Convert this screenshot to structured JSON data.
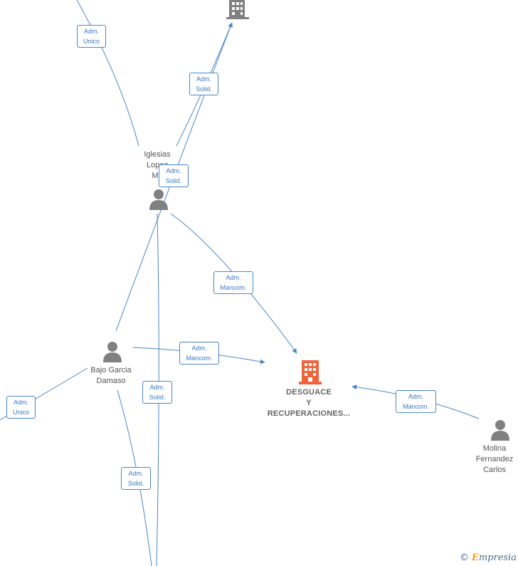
{
  "colors": {
    "edge": "#4a86c8",
    "person_icon": "#808080",
    "building_main": "#f0643c",
    "building_other": "#808080"
  },
  "nodes": {
    "main_company": {
      "lines": [
        "DESGUACE",
        "Y",
        "RECUPERACIONES..."
      ],
      "icon": "building-icon"
    },
    "top_company": {
      "icon": "building-icon"
    },
    "iglesias": {
      "lines": [
        "Iglesias",
        "Lopez",
        "Ma"
      ],
      "icon": "person-icon"
    },
    "bajo": {
      "lines": [
        "Bajo Garcia",
        "Damaso"
      ],
      "icon": "person-icon"
    },
    "molina": {
      "lines": [
        "Molina",
        "Fernandez",
        "Carlos"
      ],
      "icon": "person-icon"
    }
  },
  "edge_labels": {
    "adm_unico_top": [
      "Adm.",
      "Unico"
    ],
    "adm_solid_top": [
      "Adm.",
      "Solid."
    ],
    "adm_solid_iglesias": [
      "Adm.",
      "Solid."
    ],
    "adm_mancom_iglesias": [
      "Adm.",
      "Mancom."
    ],
    "adm_mancom_bajo": [
      "Adm.",
      "Mancom."
    ],
    "adm_mancom_molina": [
      "Adm.",
      "Mancom."
    ],
    "adm_unico_left": [
      "Adm.",
      "Unico"
    ],
    "adm_solid_mid": [
      "Adm.",
      "Solid."
    ],
    "adm_solid_low": [
      "Adm.",
      "Solid."
    ]
  },
  "watermark": {
    "copyright": "©",
    "brand_initial": "E",
    "brand_rest": "mpresia"
  }
}
